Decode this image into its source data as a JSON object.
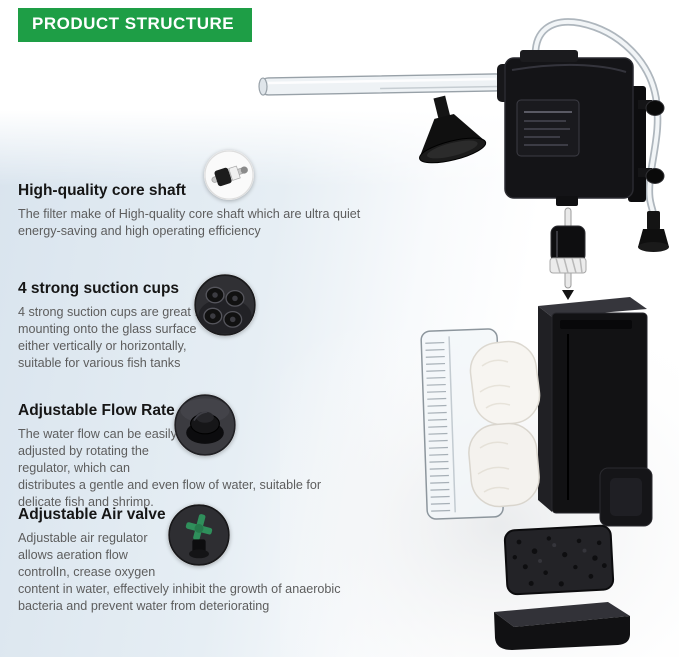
{
  "header": {
    "title": "PRODUCT STRUCTURE"
  },
  "features": [
    {
      "icon": "core-shaft-icon",
      "title": "High-quality core shaft",
      "description": "The filter make of High-quality core shaft which are ultra quiet energy-saving and high operating efficiency"
    },
    {
      "icon": "suction-cups-icon",
      "title": "4 strong suction cups",
      "description": "4 strong suction cups are great for mounting onto the glass surface either vertically or horizontally, suitable for various fish tanks"
    },
    {
      "icon": "flow-knob-icon",
      "title": "Adjustable Flow Rate",
      "description": "The water flow can be easily adjusted by rotating the regulator, which can distributes a gentle and even flow of water, suitable for delicate fish and shrimp."
    },
    {
      "icon": "air-valve-icon",
      "title": "Adjustable Air valve",
      "description": "Adjustable air regulator allows aeration flow controlIn, crease oxygen content in water, effectively inhibit the growth of anaerobic bacteria and prevent water from deteriorating"
    }
  ],
  "product": {
    "name": "aquarium-filter-exploded-view",
    "parts": [
      "air-hose",
      "air-valve",
      "intake-tube",
      "intake-strainer",
      "pump-body",
      "suction-cup-bracket",
      "impeller-shaft",
      "filter-case",
      "intake-grille-case",
      "filter-cotton",
      "bio-sponge",
      "bottom-cover"
    ]
  },
  "colors": {
    "header_bg": "#1e9e46",
    "header_text": "#ffffff",
    "title_text": "#161616",
    "body_text": "#5d5d5d",
    "bg_tint": "#d9e4ee"
  }
}
